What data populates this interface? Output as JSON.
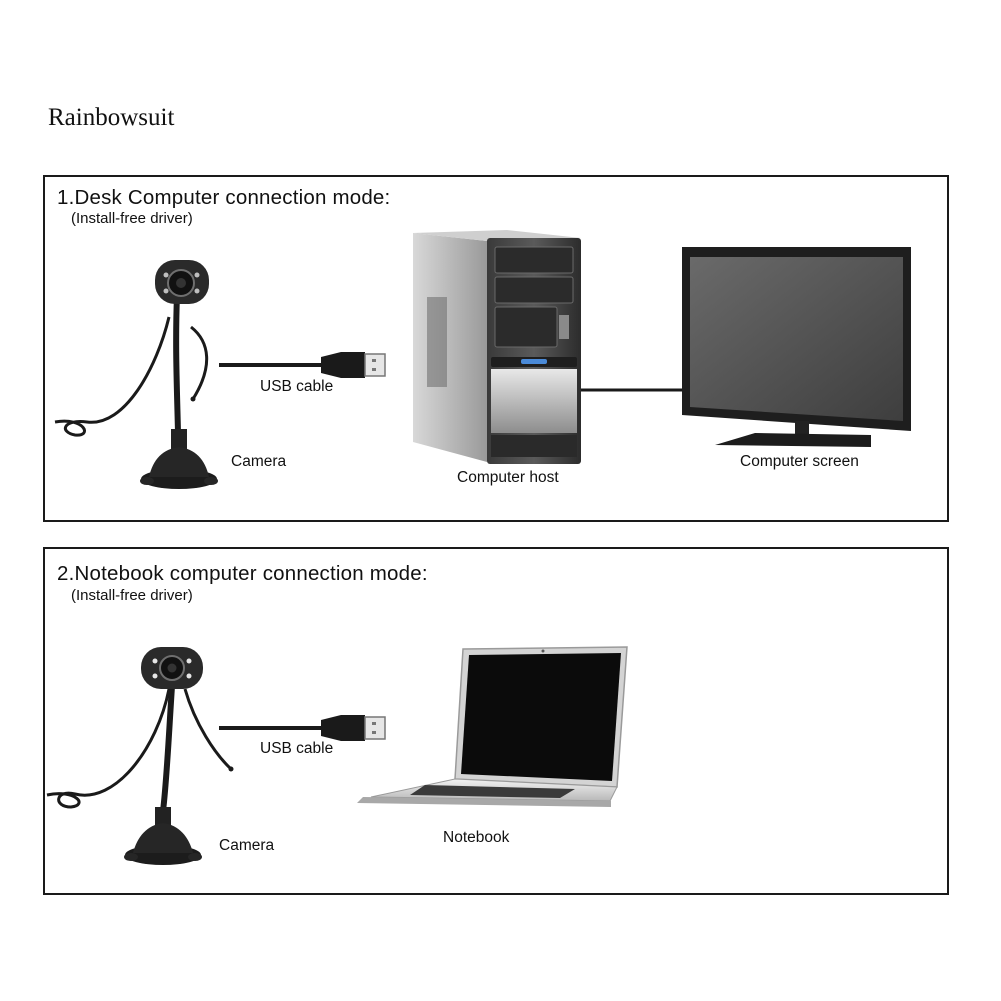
{
  "brand": "Rainbowsuit",
  "desk": {
    "title": "1.Desk Computer connection mode:",
    "subtitle": "(Install-free driver)",
    "usb_label": "USB cable",
    "camera_label": "Camera",
    "host_label": "Computer host",
    "screen_label": "Computer screen"
  },
  "notebook": {
    "title": "2.Notebook computer connection mode:",
    "subtitle": "(Install-free driver)",
    "usb_label": "USB cable",
    "camera_label": "Camera",
    "laptop_label": "Notebook"
  },
  "icons": [
    "webcam-icon",
    "usb-plug-icon",
    "computer-tower-icon",
    "monitor-icon",
    "laptop-icon"
  ]
}
